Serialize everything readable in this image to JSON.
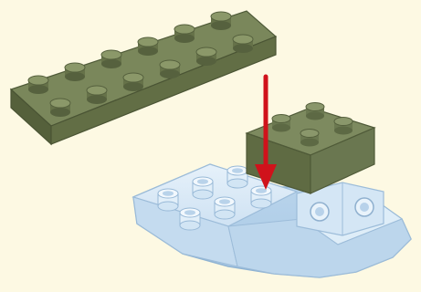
{
  "illustration": {
    "background_color": "#fdf9e3",
    "arrow_color": "#d0121b",
    "plate": {
      "color": "#6d7a52",
      "stud_rows": 2,
      "stud_columns": 6
    },
    "green_block": {
      "color": "#6b7a50",
      "stud_rows": 2,
      "stud_columns": 2
    },
    "blue_base": {
      "color": "#cfe3f3",
      "stud_count": 6
    },
    "arrow_direction": "down"
  }
}
